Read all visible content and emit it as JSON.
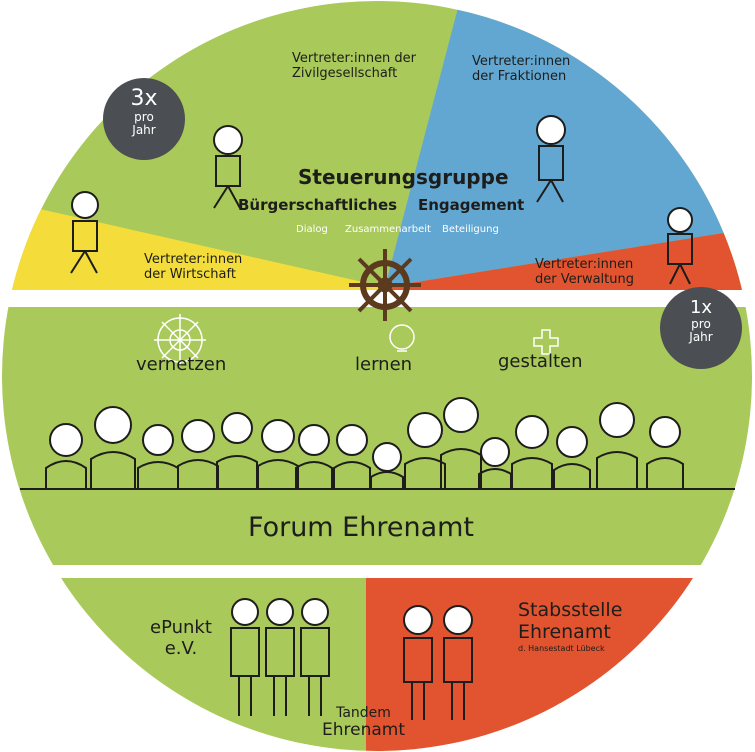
{
  "colors": {
    "green": "#a9c95a",
    "yellow": "#f4dd3a",
    "blue": "#62a7d2",
    "red": "#e1542f",
    "gray": "#4b4e52"
  },
  "steering": {
    "title": "Steuerungsgruppe",
    "subtitle_left": "Bürgerschaftliches",
    "subtitle_right": "Engagement",
    "keywords": [
      "Dialog",
      "Zusammenarbeit",
      "Beteiligung"
    ],
    "frequency": {
      "count": "3x",
      "line1": "pro",
      "line2": "Jahr"
    },
    "groups": [
      {
        "label1": "Vertreter:innen der",
        "label2": "Zivilgesellschaft"
      },
      {
        "label1": "Vertreter:innen",
        "label2": "der Fraktionen"
      },
      {
        "label1": "Vertreter:innen",
        "label2": "der Wirtschaft"
      },
      {
        "label1": "Vertreter:innen",
        "label2": "der Verwaltung"
      }
    ]
  },
  "forum": {
    "title": "Forum Ehrenamt",
    "frequency": {
      "count": "1x",
      "line1": "pro",
      "line2": "Jahr"
    },
    "activities": [
      "vernetzen",
      "lernen",
      "gestalten"
    ]
  },
  "tandem": {
    "left": {
      "line1": "ePunkt",
      "line2": "e.V."
    },
    "right": {
      "line1": "Stabsstelle",
      "line2": "Ehrenamt",
      "line3": "d. Hansestadt Lübeck"
    },
    "label1": "Tandem",
    "label2": "Ehrenamt"
  }
}
